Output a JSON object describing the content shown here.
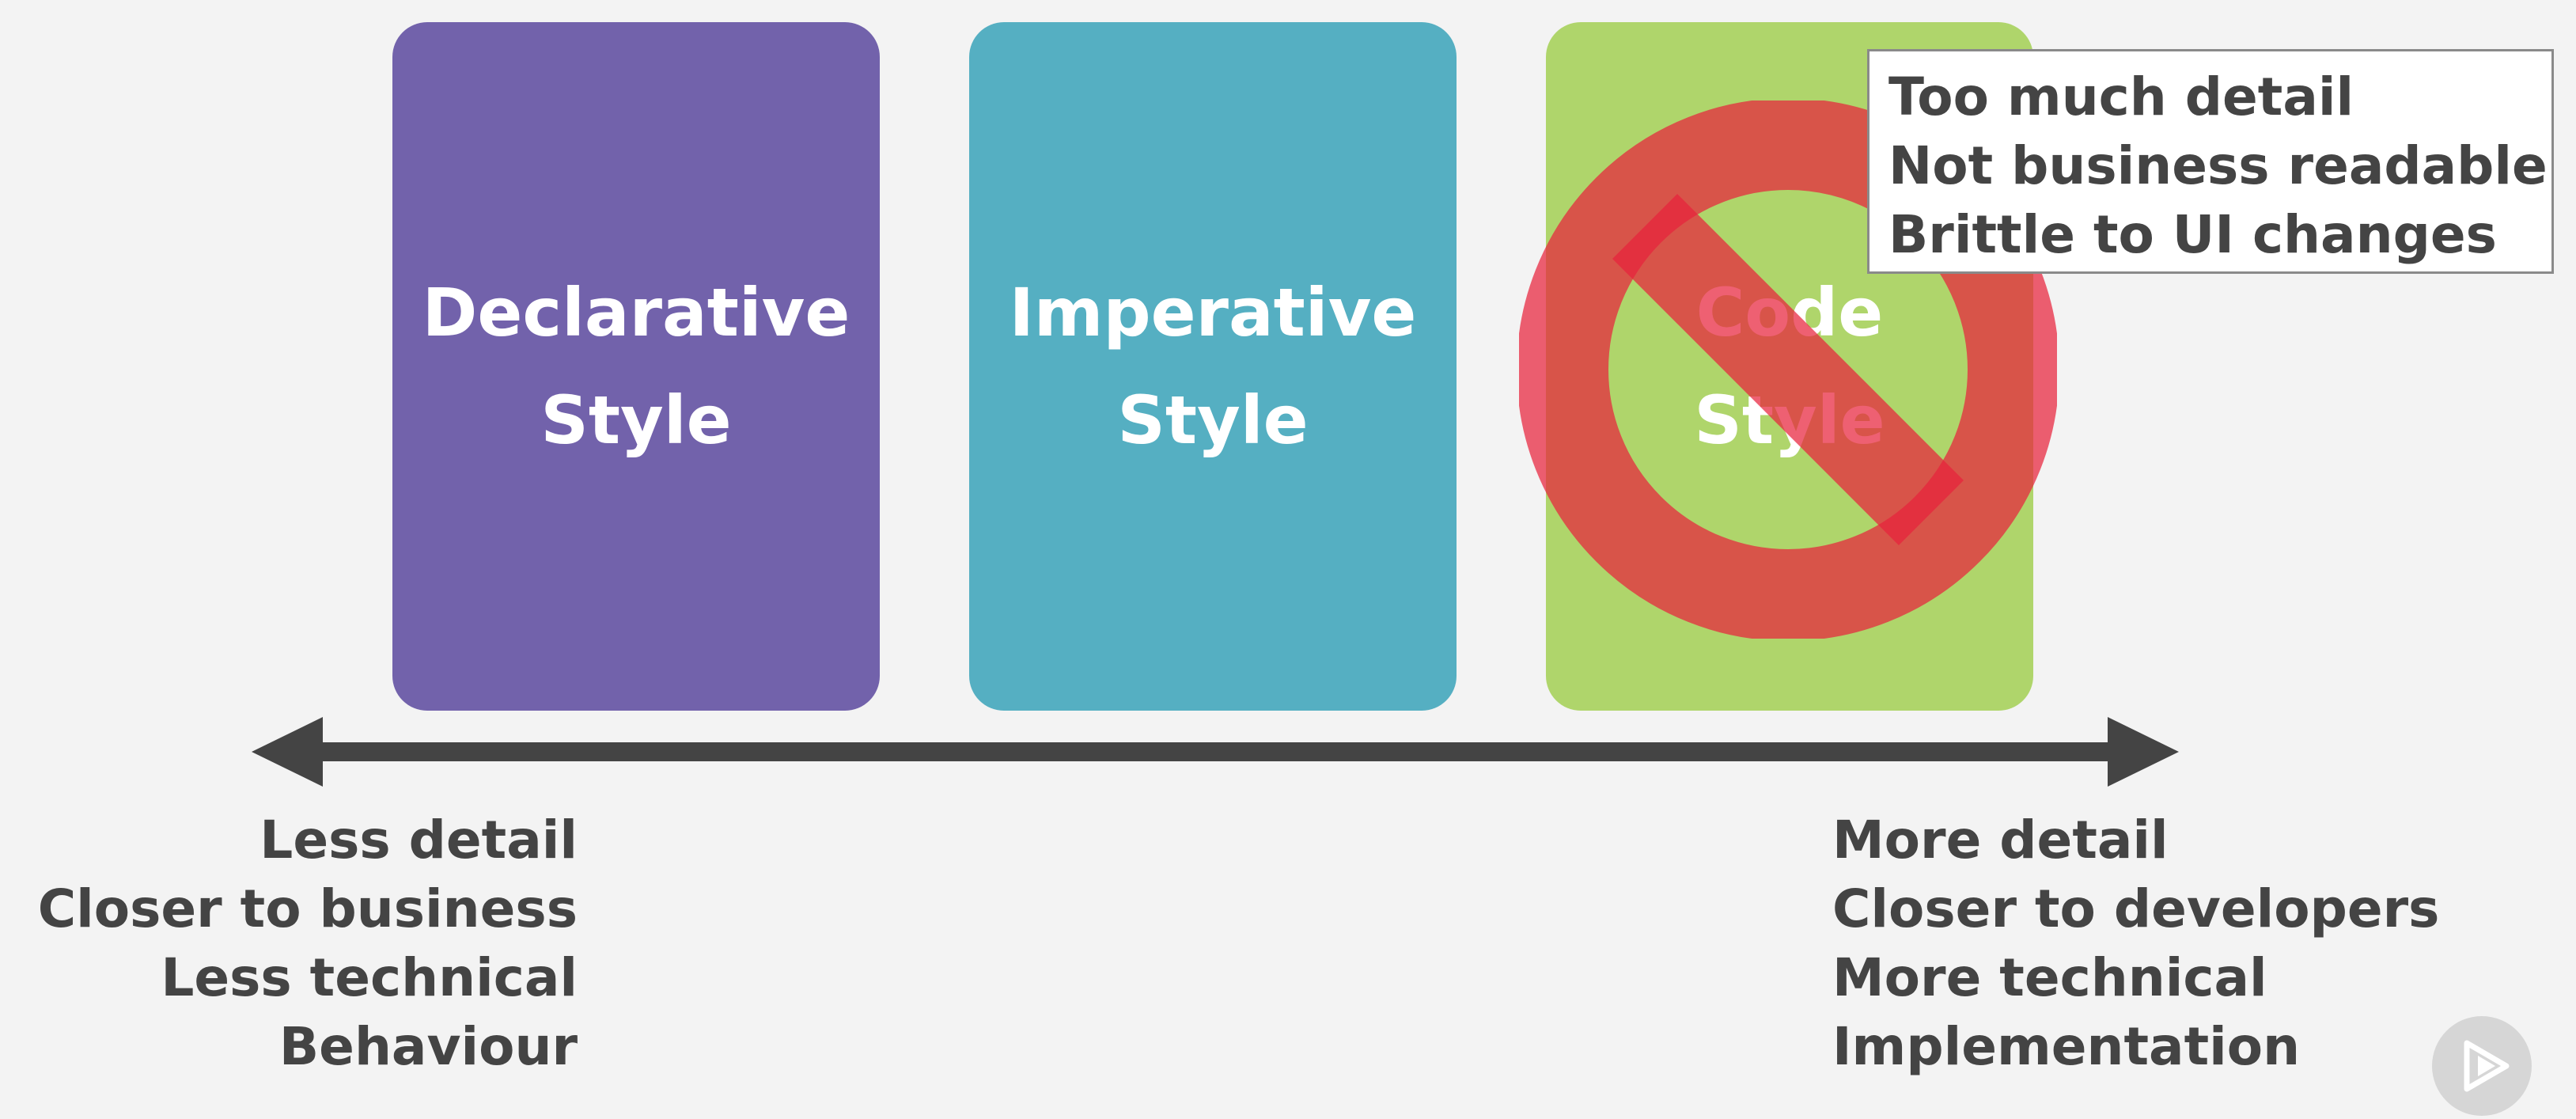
{
  "cards": [
    {
      "id": "declarative",
      "title": "Declarative\nStyle",
      "color": "#7262ab"
    },
    {
      "id": "imperative",
      "title": "Imperative\nStyle",
      "color": "#55afc2"
    },
    {
      "id": "code",
      "title": "Code\nStyle",
      "color": "#afd56b"
    }
  ],
  "callout": {
    "lines": [
      "Too much detail",
      "Not business readable",
      "Brittle to UI changes"
    ]
  },
  "left_labels": [
    "Less detail",
    "Closer to business",
    "Less technical",
    "Behaviour"
  ],
  "right_labels": [
    "More detail",
    "Closer to developers",
    "More technical",
    "Implementation"
  ],
  "icons": {
    "prohibition": "no-sign-icon",
    "arrow": "double-headed-arrow-icon",
    "play": "play-icon"
  },
  "colors": {
    "background": "#f3f3f3",
    "no_sign": "#d23f2a",
    "arrow": "#444444",
    "text": "#444444"
  }
}
